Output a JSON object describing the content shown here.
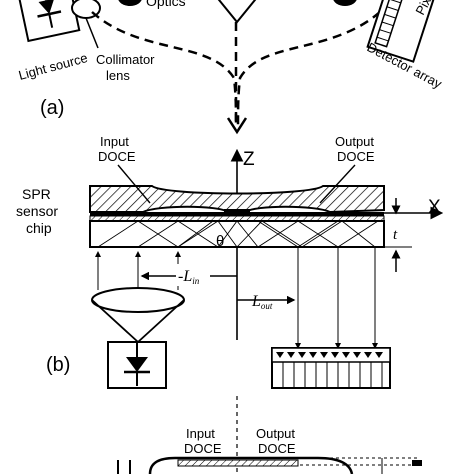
{
  "top": {
    "optics": "Optics",
    "light_source": "Light source",
    "collimator_lens_line1": "Collimator",
    "collimator_lens_line2": "lens",
    "pixel_label": "Pixel",
    "detector_array": "Detector array",
    "panel_label": "(a)"
  },
  "middle": {
    "z_axis": "Z",
    "x_axis": "X",
    "input_doce_line1": "Input",
    "input_doce_line2": "DOCE",
    "output_doce_line1": "Output",
    "output_doce_line2": "DOCE",
    "spr_line1": "SPR",
    "spr_line2": "sensor",
    "spr_line3": "chip",
    "theta": "θ",
    "thickness": "t",
    "l_in_prefix": "-L",
    "l_in_sub": "in",
    "l_out_prefix": "L",
    "l_out_sub": "out",
    "panel_label": "(b)"
  },
  "bottom": {
    "input_doce_line1": "Input",
    "input_doce_line2": "DOCE",
    "output_doce_line1": "Output",
    "output_doce_line2": "DOCE"
  }
}
